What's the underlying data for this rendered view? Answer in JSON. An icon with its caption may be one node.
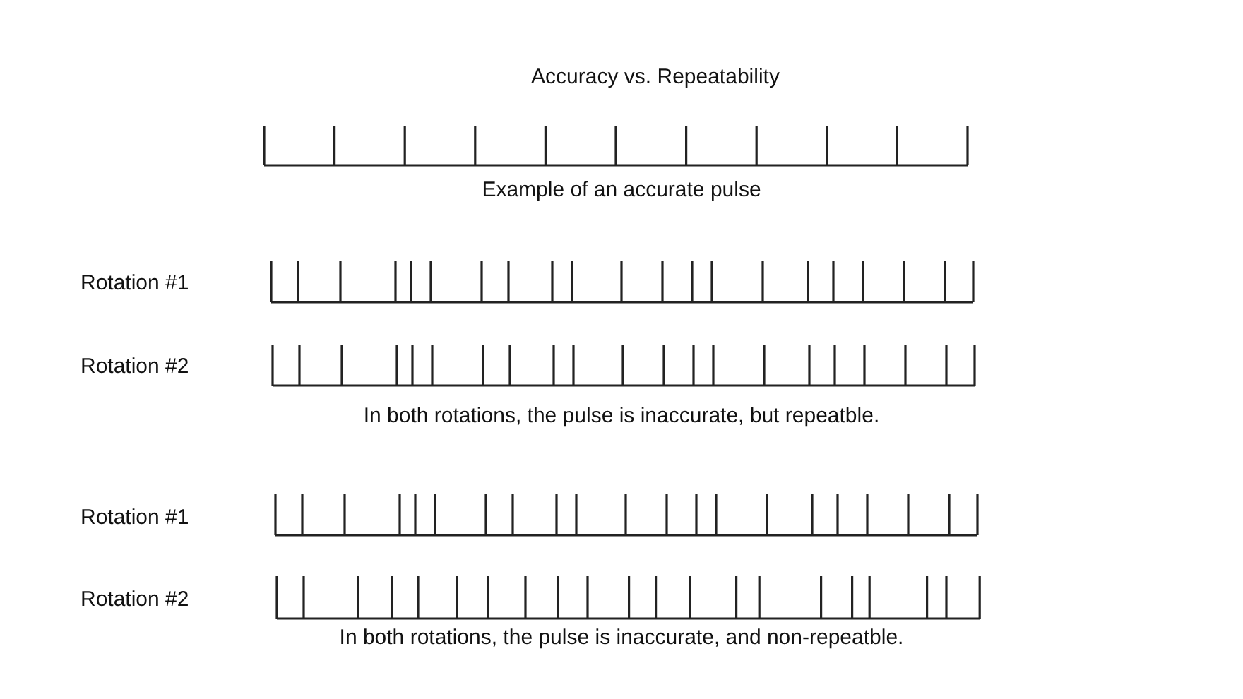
{
  "diagram": {
    "title": "Accuracy vs. Repeatability",
    "labels": [
      "Example of an accurate pulse",
      "Rotation #1",
      "Rotation #2",
      "In both rotations, the pulse is inaccurate, but repeatble.",
      "Rotation #1",
      "Rotation #2",
      "In both rotations, the pulse is inaccurate, and non-repeatble."
    ]
  }
}
